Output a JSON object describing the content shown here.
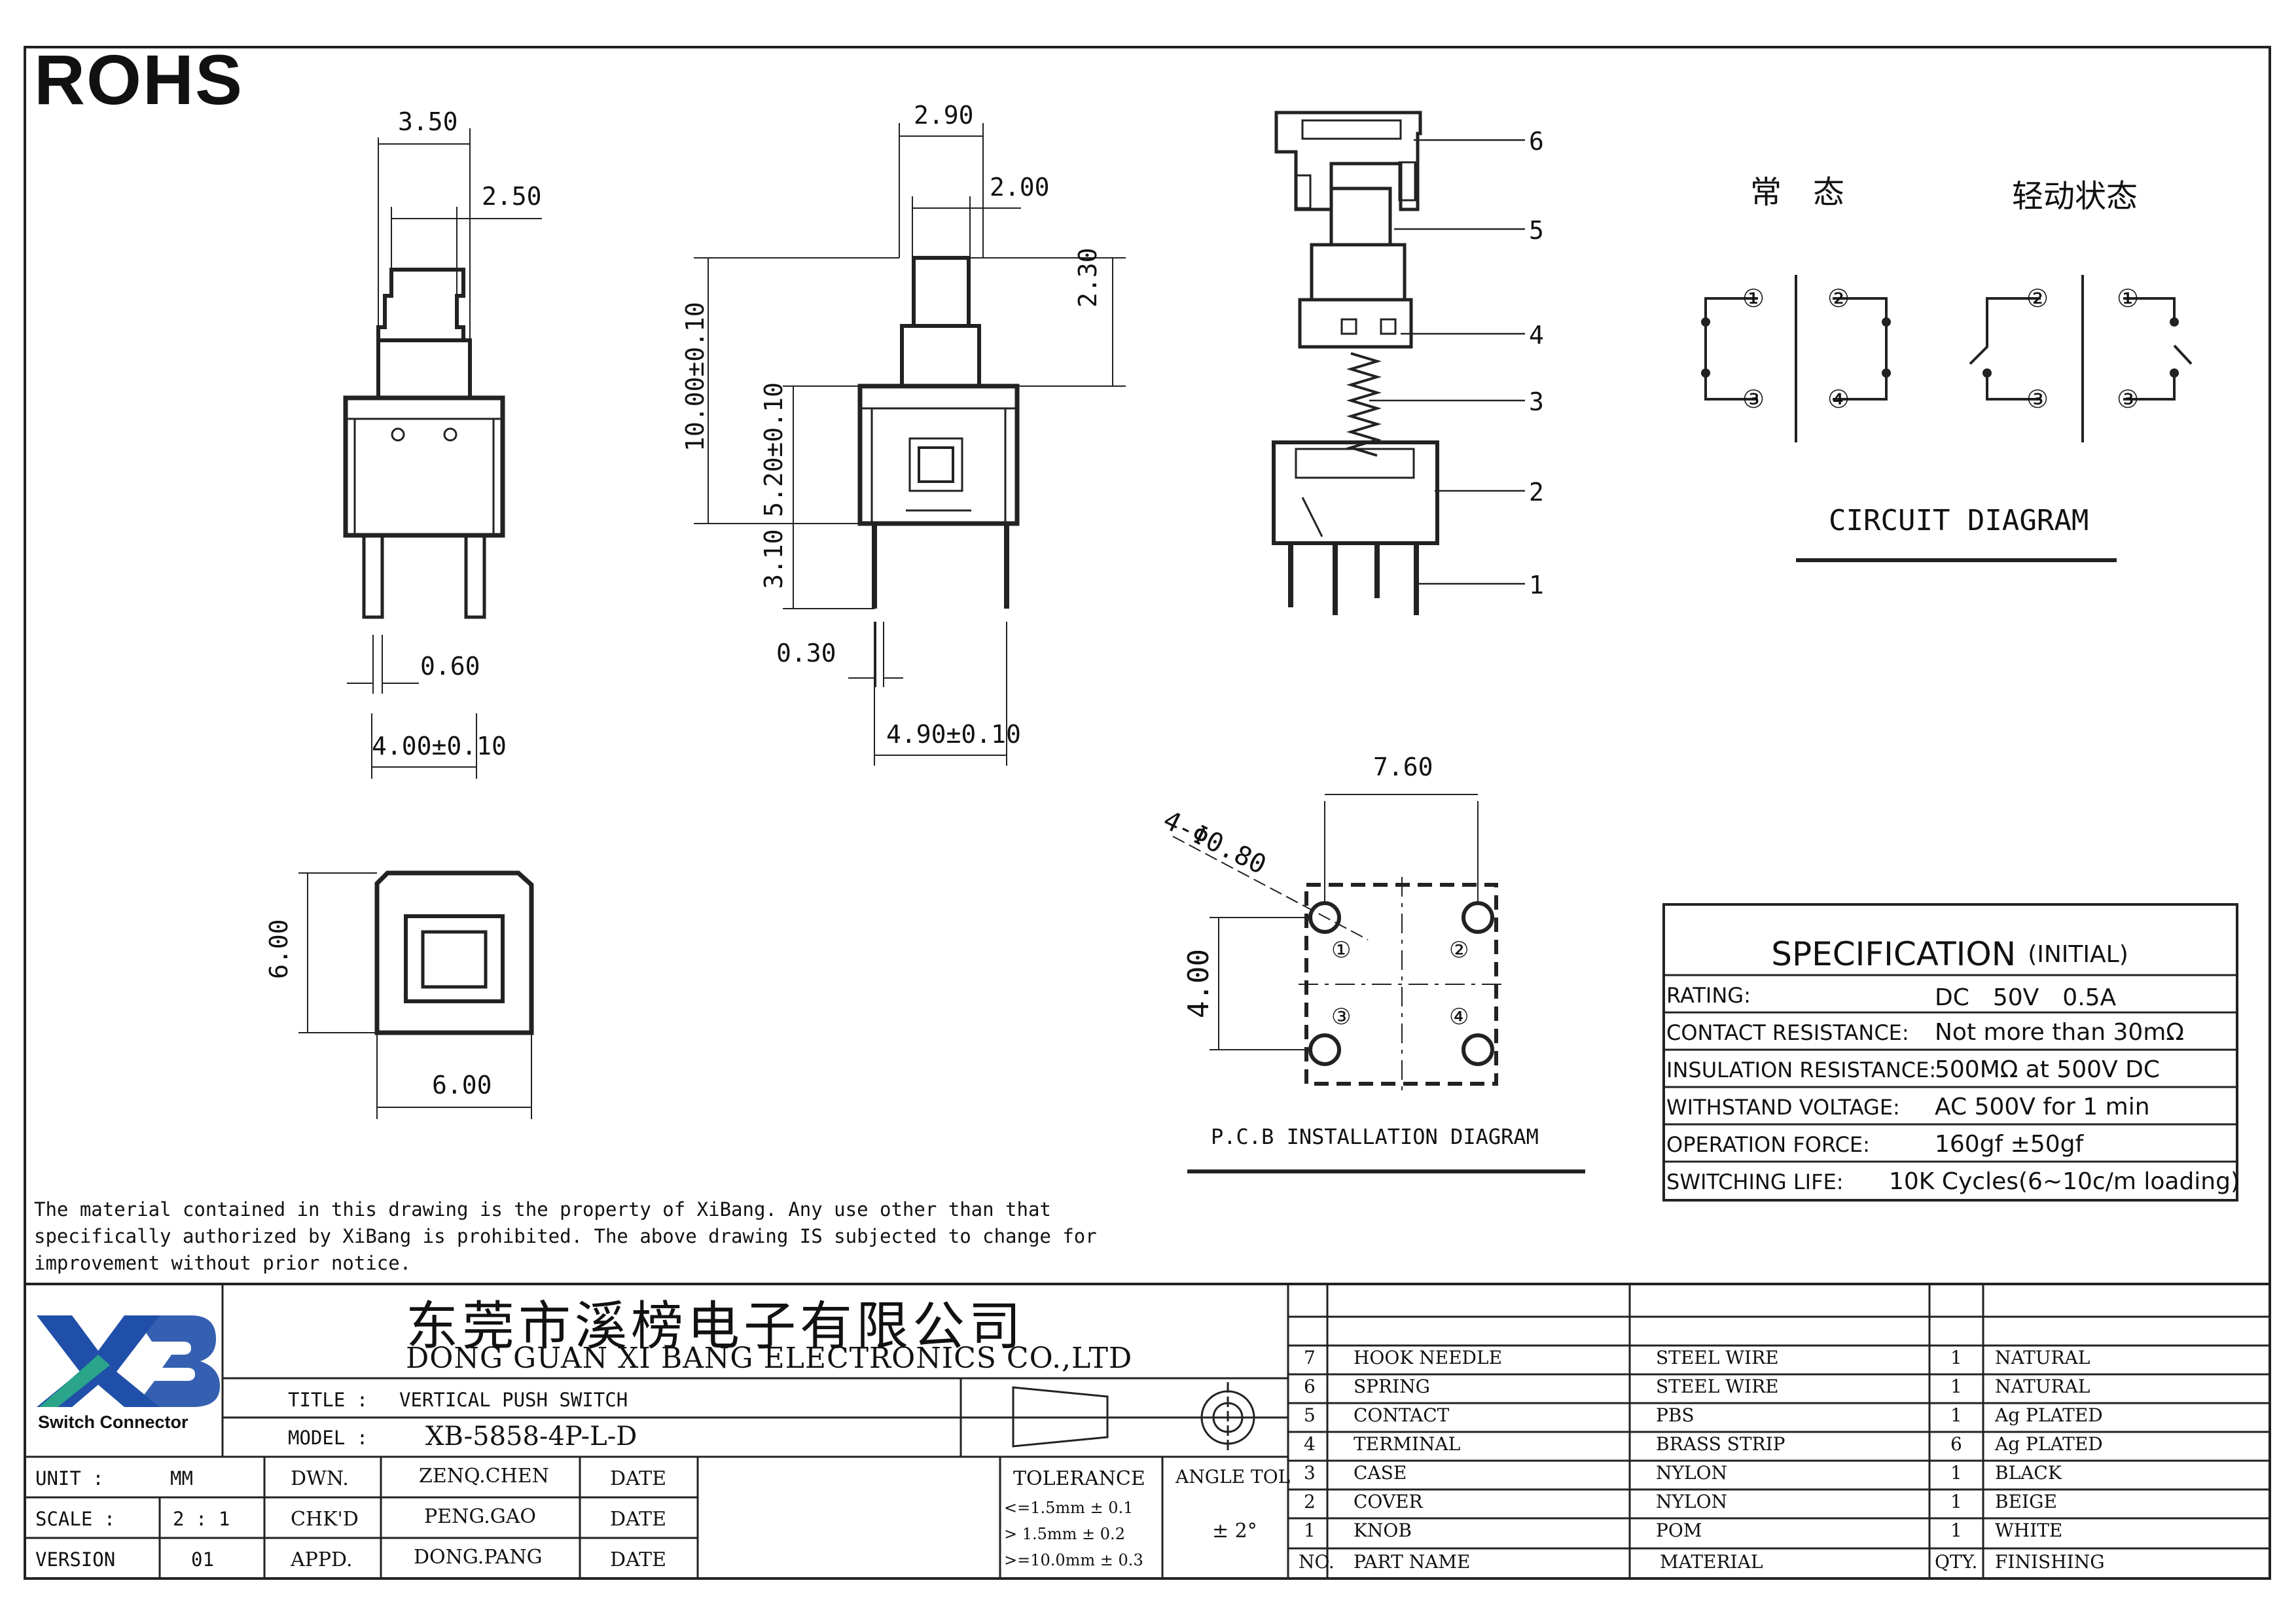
{
  "header": {
    "rohs": "ROHS"
  },
  "dimensions": {
    "front": [
      "3.50",
      "2.50",
      "0.60",
      "4.00±0.10"
    ],
    "side": [
      "2.90",
      "2.00",
      "2.30",
      "10.00±0.10",
      "5.20±0.10",
      "3.10",
      "0.30",
      "4.90±0.10"
    ],
    "top": [
      "6.00",
      "6.00"
    ],
    "pcb": [
      "7.60",
      "4-Φ0.80",
      "4.00"
    ]
  },
  "exploded_parts": [
    "6",
    "5",
    "4",
    "3",
    "2",
    "1"
  ],
  "circuit": {
    "state_normal": "常　态",
    "state_pressed": "轻动状态",
    "title": "CIRCUIT DIAGRAM",
    "pins": [
      "①",
      "②",
      "③",
      "④"
    ]
  },
  "pcb": {
    "title": "P.C.B INSTALLATION DIAGRAM"
  },
  "spec": {
    "title": "SPECIFICATION",
    "title_note": "(INITIAL)",
    "rows": [
      {
        "key": "RATING:",
        "value": "DC　50V　0.5A"
      },
      {
        "key": "CONTACT RESISTANCE:",
        "value": "Not more than 30mΩ"
      },
      {
        "key": "INSULATION RESISTANCE:",
        "value": "500MΩ at 500V DC"
      },
      {
        "key": "WITHSTAND VOLTAGE:",
        "value": "AC 500V for 1 min"
      },
      {
        "key": "OPERATION FORCE:",
        "value": "160gf ±50gf"
      },
      {
        "key": "SWITCHING LIFE:",
        "value": "10K Cycles(6~10c/m loading)"
      }
    ]
  },
  "notice": [
    "The material contained in this drawing is the property of XiBang. Any use other than that",
    "specifically authorized by XiBang is prohibited. The above drawing IS subjected to change for",
    "improvement without prior notice."
  ],
  "title_block": {
    "logo_caption": "Switch Connector",
    "company_cn": "东莞市溪榜电子有限公司",
    "company_en": "DONG GUAN XI BANG ELECTRONICS CO.,LTD",
    "title_label": "TITLE :",
    "title_value": "VERTICAL PUSH SWITCH",
    "model_label": "MODEL :",
    "model_value": "XB-5858-4P-L-D",
    "unit_label": "UNIT :",
    "unit_value": "MM",
    "scale_label": "SCALE :",
    "scale_value": "2 : 1",
    "version_label": "VERSION",
    "version_value": "01",
    "dwn_label": "DWN.",
    "dwn_value": "ZENQ.CHEN",
    "chk_label": "CHK'D",
    "chk_value": "PENG.GAO",
    "appd_label": "APPD.",
    "appd_value": "DONG.PANG",
    "date_label": "DATE",
    "tolerance_label": "TOLERANCE",
    "tolerance_lines": [
      "<=1.5mm ± 0.1",
      "> 1.5mm ± 0.2",
      ">=10.0mm ± 0.3"
    ],
    "angle_label": "ANGLE TOL",
    "angle_value": "± 2°"
  },
  "bom": {
    "headers": [
      "NO.",
      "PART NAME",
      "MATERIAL",
      "QTY.",
      "FINISHING"
    ],
    "rows": [
      [
        "7",
        "HOOK NEEDLE",
        "STEEL WIRE",
        "1",
        "NATURAL"
      ],
      [
        "6",
        "SPRING",
        "STEEL WIRE",
        "1",
        "NATURAL"
      ],
      [
        "5",
        "CONTACT",
        "PBS",
        "1",
        "Ag PLATED"
      ],
      [
        "4",
        "TERMINAL",
        "BRASS STRIP",
        "6",
        "Ag PLATED"
      ],
      [
        "3",
        "CASE",
        "NYLON",
        "1",
        "BLACK"
      ],
      [
        "2",
        "COVER",
        "NYLON",
        "1",
        "BEIGE"
      ],
      [
        "1",
        "KNOB",
        "POM",
        "1",
        "WHITE"
      ]
    ]
  },
  "colors": {
    "logo_blue": "#1f4fa8",
    "logo_teal": "#2aa58a",
    "line": "#111111"
  }
}
